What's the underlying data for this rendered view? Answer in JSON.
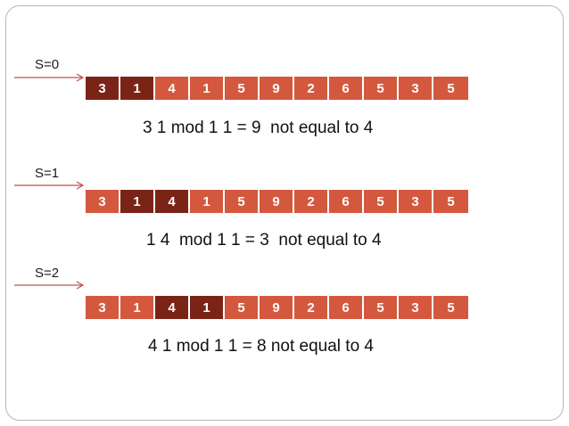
{
  "colors": {
    "normal": "#d4583e",
    "highlight": "#7a2418",
    "arrow": "#c0504d"
  },
  "steps": [
    {
      "label": "S=0",
      "caption": "3 1 mod 1 1 = 9  not equal to 4",
      "cells": [
        "3",
        "1",
        "4",
        "1",
        "5",
        "9",
        "2",
        "6",
        "5",
        "3",
        "5"
      ],
      "highlight": [
        0,
        1
      ]
    },
    {
      "label": "S=1",
      "caption": "1 4  mod 1 1 = 3  not equal to 4",
      "cells": [
        "3",
        "1",
        "4",
        "1",
        "5",
        "9",
        "2",
        "6",
        "5",
        "3",
        "5"
      ],
      "highlight": [
        1,
        2
      ]
    },
    {
      "label": "S=2",
      "caption": "4 1 mod 1 1 = 8 not equal to 4",
      "cells": [
        "3",
        "1",
        "4",
        "1",
        "5",
        "9",
        "2",
        "6",
        "5",
        "3",
        "5"
      ],
      "highlight": [
        2,
        3
      ]
    }
  ]
}
